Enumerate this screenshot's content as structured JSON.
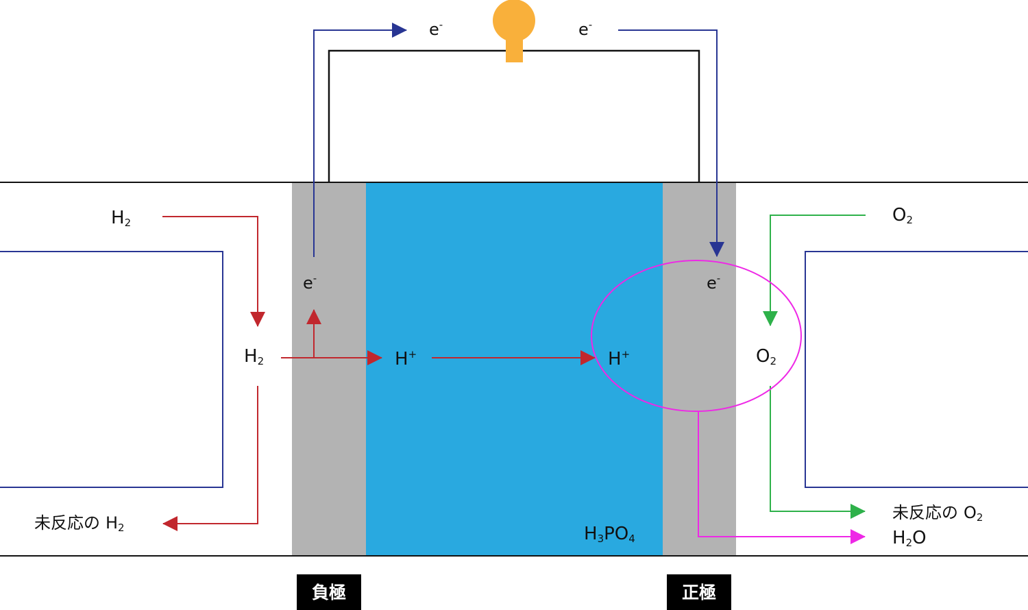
{
  "colors": {
    "electrolyte": "#29a9e0",
    "electrode": "#b3b3b3",
    "wire": "#111111",
    "electron_flow": "#283593",
    "hydrogen_flow": "#c1272d",
    "oxygen_flow": "#2eb14a",
    "water_flow": "#ee28e6",
    "bulb": "#f9b03b",
    "tag_bg": "#000000"
  },
  "icons": {
    "bulb": "light-bulb-icon"
  },
  "labels": {
    "electron": "e",
    "electron_charge": "-",
    "h2_symbol": "H",
    "h2_sub": "2",
    "o2_symbol": "O",
    "o2_sub": "2",
    "proton_symbol": "H",
    "proton_charge": "+",
    "unreacted_prefix": "未反応の",
    "water_h": "H",
    "water_sub": "2",
    "water_o": "O",
    "electrolyte_h": "H",
    "electrolyte_h_sub": "3",
    "electrolyte_po": "PO",
    "electrolyte_po_sub": "4",
    "negative_electrode": "負極",
    "positive_electrode": "正極"
  }
}
